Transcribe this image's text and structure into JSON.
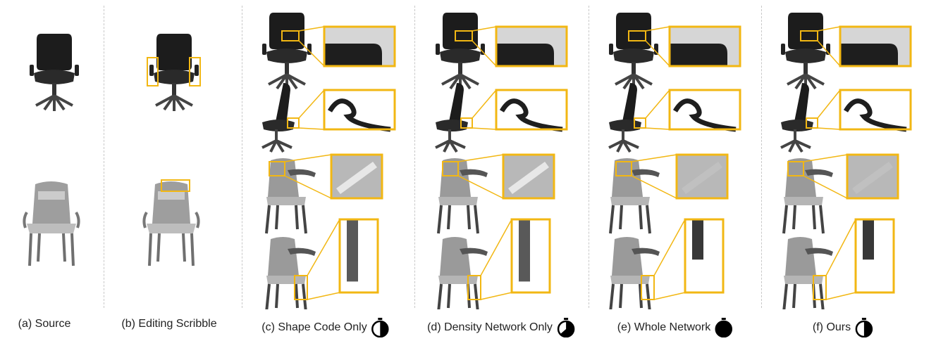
{
  "figure": {
    "columns": [
      {
        "id": "a",
        "caption": "(a) Source",
        "timer": "none"
      },
      {
        "id": "b",
        "caption": "(b) Editing Scribble",
        "timer": "none"
      },
      {
        "id": "c",
        "caption": "(c) Shape Code Only",
        "timer": "half"
      },
      {
        "id": "d",
        "caption": "(d) Density Network Only",
        "timer": "mostly"
      },
      {
        "id": "e",
        "caption": "(e) Whole Network",
        "timer": "full"
      },
      {
        "id": "f",
        "caption": "(f) Ours",
        "timer": "half"
      }
    ],
    "highlight_color": "#f2b713",
    "dark_chair_color": "#1c1c1c",
    "light_chair_color": "#a8a8a8"
  }
}
